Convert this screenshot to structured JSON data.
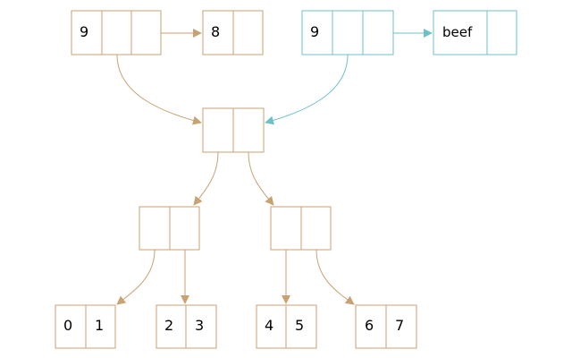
{
  "colors": {
    "tan": "#c8a272",
    "teal": "#6ec1c8"
  },
  "left_list": {
    "head": {
      "value": "9"
    },
    "next": {
      "value": "8"
    }
  },
  "right_list": {
    "head": {
      "value": "9"
    },
    "next": {
      "value": "beef"
    }
  },
  "tree": {
    "leaves": [
      {
        "left": "0",
        "right": "1"
      },
      {
        "left": "2",
        "right": "3"
      },
      {
        "left": "4",
        "right": "5"
      },
      {
        "left": "6",
        "right": "7"
      }
    ]
  }
}
